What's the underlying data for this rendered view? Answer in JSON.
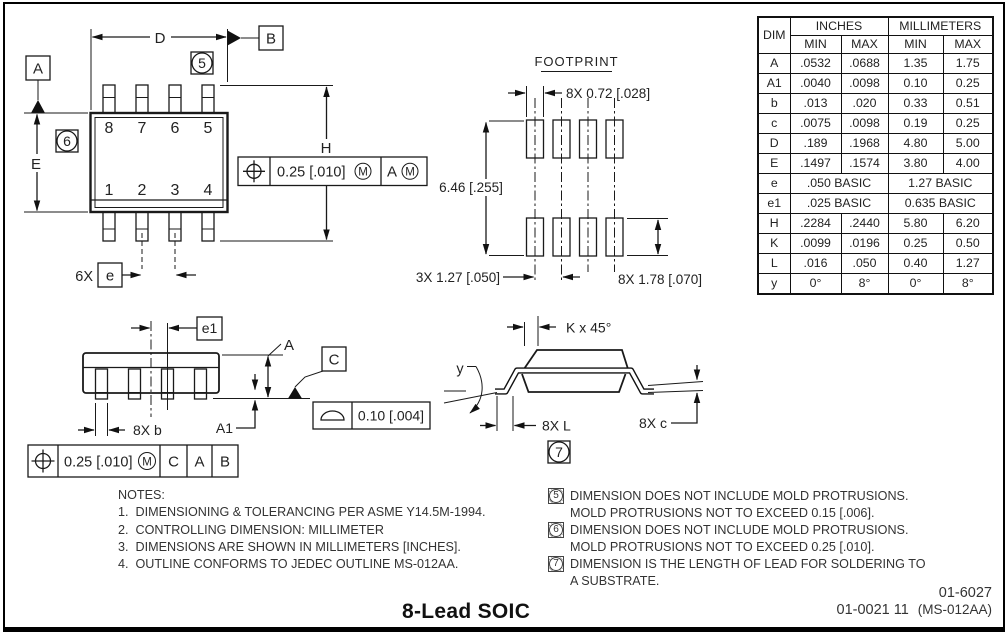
{
  "ink_color": "#1a1a1a",
  "table": {
    "headers": {
      "dim": "DIM",
      "inches": "INCHES",
      "millimeters": "MILLIMETERS",
      "min": "MIN",
      "max": "MAX"
    },
    "rows": [
      {
        "cells": [
          {
            "t": "A"
          },
          {
            "t": ".0532"
          },
          {
            "t": ".0688"
          },
          {
            "t": "1.35"
          },
          {
            "t": "1.75"
          }
        ]
      },
      {
        "cells": [
          {
            "t": "A1"
          },
          {
            "t": ".0040"
          },
          {
            "t": ".0098"
          },
          {
            "t": "0.10"
          },
          {
            "t": "0.25"
          }
        ]
      },
      {
        "cells": [
          {
            "t": "b"
          },
          {
            "t": ".013"
          },
          {
            "t": ".020"
          },
          {
            "t": "0.33"
          },
          {
            "t": "0.51"
          }
        ]
      },
      {
        "cells": [
          {
            "t": "c"
          },
          {
            "t": ".0075"
          },
          {
            "t": ".0098"
          },
          {
            "t": "0.19"
          },
          {
            "t": "0.25"
          }
        ]
      },
      {
        "cells": [
          {
            "t": "D"
          },
          {
            "t": ".189"
          },
          {
            "t": ".1968"
          },
          {
            "t": "4.80"
          },
          {
            "t": "5.00"
          }
        ]
      },
      {
        "cells": [
          {
            "t": "E"
          },
          {
            "t": ".1497"
          },
          {
            "t": ".1574"
          },
          {
            "t": "3.80"
          },
          {
            "t": "4.00"
          }
        ]
      },
      {
        "cells": [
          {
            "t": "e"
          },
          {
            "t": ".050 BASIC",
            "span": 2
          },
          {
            "t": "1.27 BASIC",
            "span": 2
          }
        ]
      },
      {
        "cells": [
          {
            "t": "e1"
          },
          {
            "t": ".025 BASIC",
            "span": 2
          },
          {
            "t": "0.635 BASIC",
            "span": 2
          }
        ]
      },
      {
        "cells": [
          {
            "t": "H"
          },
          {
            "t": ".2284"
          },
          {
            "t": ".2440"
          },
          {
            "t": "5.80"
          },
          {
            "t": "6.20"
          }
        ]
      },
      {
        "cells": [
          {
            "t": "K"
          },
          {
            "t": ".0099"
          },
          {
            "t": ".0196"
          },
          {
            "t": "0.25"
          },
          {
            "t": "0.50"
          }
        ]
      },
      {
        "cells": [
          {
            "t": "L"
          },
          {
            "t": ".016"
          },
          {
            "t": ".050"
          },
          {
            "t": "0.40"
          },
          {
            "t": "1.27"
          }
        ]
      },
      {
        "cells": [
          {
            "t": "y"
          },
          {
            "t": "0°"
          },
          {
            "t": "8°"
          },
          {
            "t": "0°"
          },
          {
            "t": "8°"
          }
        ]
      }
    ]
  },
  "drawing": {
    "top_view": {
      "dim_d": "D",
      "dim_e": "E",
      "dim_h": "H",
      "datum_a": "A",
      "datum_b": "B",
      "flag_5": "5",
      "flag_6": "6",
      "pins_top": [
        "8",
        "7",
        "6",
        "5"
      ],
      "pins_bottom": [
        "1",
        "2",
        "3",
        "4"
      ],
      "pitch_prefix": "6X",
      "pitch_dim": "e",
      "fcf": {
        "tolerance": "0.25 [.010]",
        "modifier": "M",
        "datum": "A",
        "datum_modifier": "M"
      }
    },
    "footprint": {
      "title": "FOOTPRINT",
      "pad_width": "8X 0.72 [.028]",
      "span": "6.46 [.255]",
      "pitch": "3X 1.27 [.050]",
      "pad_length": "8X 1.78 [.070]"
    },
    "side_view": {
      "dim_e1": "e1",
      "dim_a": "A",
      "dim_a1": "A1",
      "lead_width": "8X b",
      "datum_c": "C",
      "fcf_flatness": {
        "tolerance": "0.10 [.004]"
      },
      "fcf_position": {
        "tolerance": "0.25 [.010]",
        "modifier": "M",
        "datum_1": "C",
        "datum_2": "A",
        "datum_3": "B"
      }
    },
    "end_view": {
      "chamfer": "K x 45°",
      "angle": "y",
      "foot_length": "8X L",
      "lead_thickness": "8X c",
      "flag_7": "7"
    }
  },
  "notes": {
    "heading": "NOTES:",
    "items": [
      {
        "num": "1.",
        "text": "DIMENSIONING & TOLERANCING PER ASME Y14.5M-1994."
      },
      {
        "num": "2.",
        "text": "CONTROLLING DIMENSION: MILLIMETER"
      },
      {
        "num": "3.",
        "text": "DIMENSIONS ARE SHOWN IN MILLIMETERS [INCHES]."
      },
      {
        "num": "4.",
        "text": "OUTLINE CONFORMS TO JEDEC OUTLINE MS-012AA."
      }
    ]
  },
  "flag_notes": [
    {
      "flag": "5",
      "lines": [
        "DIMENSION DOES NOT INCLUDE MOLD PROTRUSIONS.",
        "MOLD PROTRUSIONS NOT TO EXCEED 0.15 [.006]."
      ]
    },
    {
      "flag": "6",
      "lines": [
        "DIMENSION DOES NOT INCLUDE MOLD PROTRUSIONS.",
        "MOLD PROTRUSIONS NOT TO EXCEED 0.25 [.010]."
      ]
    },
    {
      "flag": "7",
      "lines": [
        "DIMENSION IS THE LENGTH OF LEAD FOR SOLDERING TO",
        "A SUBSTRATE."
      ]
    }
  ],
  "title_block": {
    "title": "8-Lead SOIC",
    "doc_a": "01-6027",
    "doc_b": "01-0021 11",
    "doc_c": "(MS-012AA)"
  }
}
